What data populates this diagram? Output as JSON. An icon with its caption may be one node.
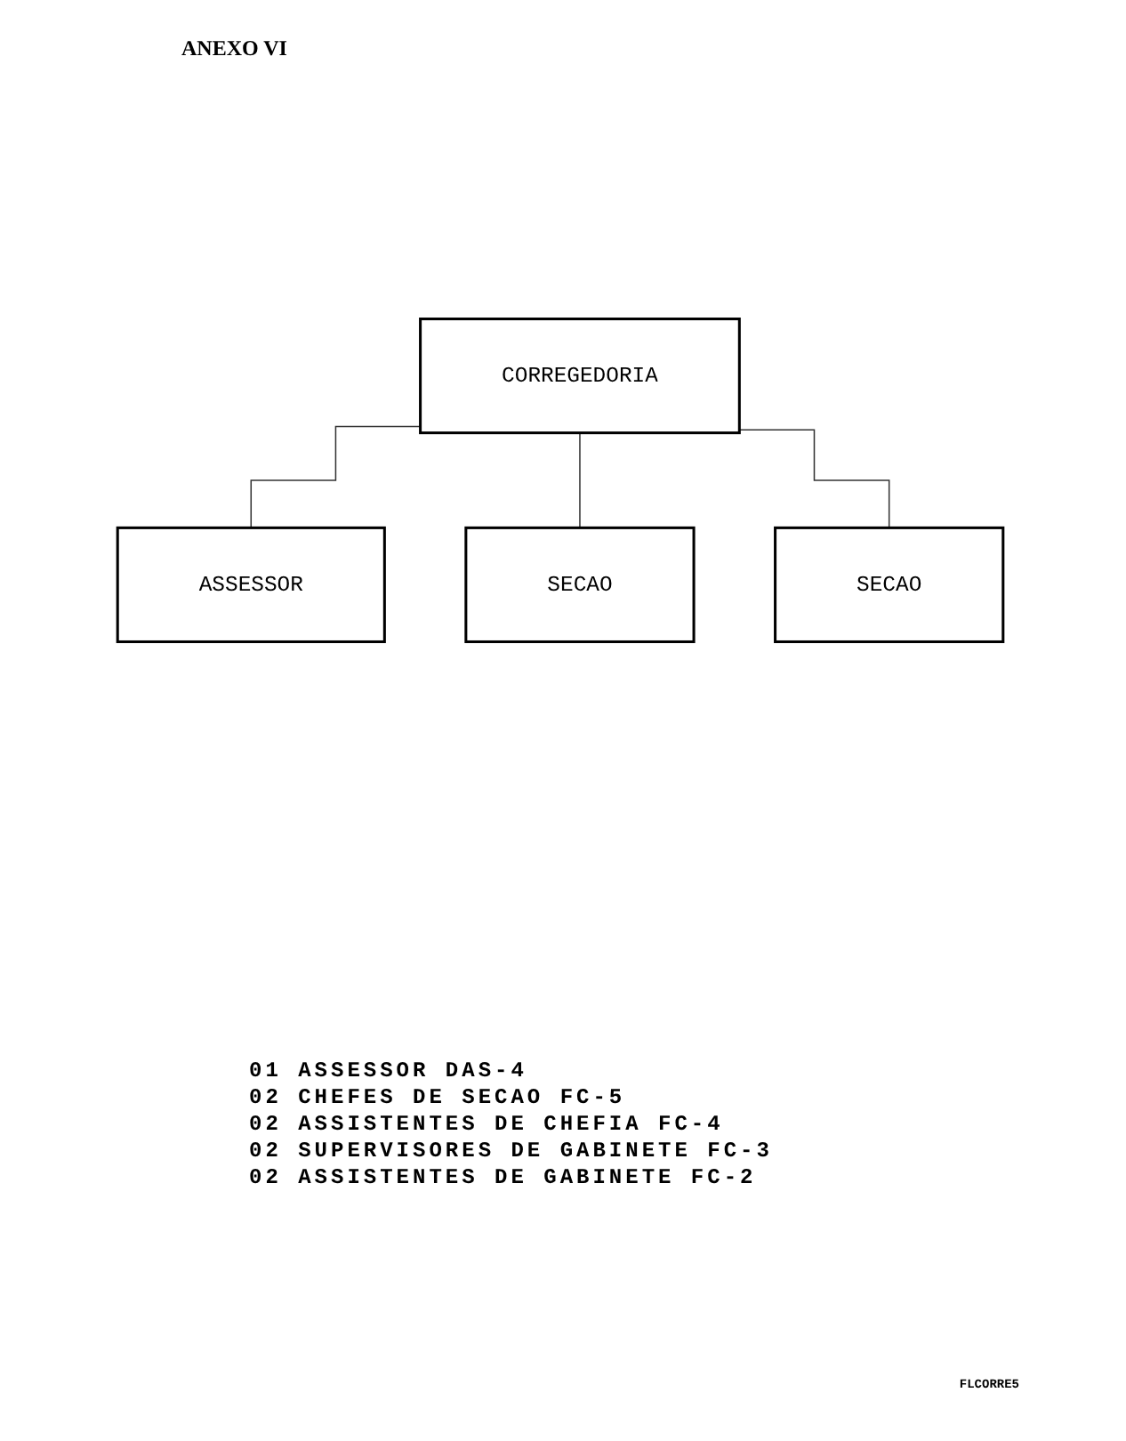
{
  "diagram": {
    "title": "ANEXO VI",
    "nodes": [
      {
        "text": [
          "CORREGEDORIA"
        ]
      },
      {
        "text": [
          "ASSESSOR"
        ]
      },
      {
        "text": [
          "SECAO"
        ]
      },
      {
        "text": [
          "SECAO"
        ]
      }
    ],
    "edges": [
      {
        "from": 0,
        "to": 1,
        "arrow": "none"
      },
      {
        "from": 0,
        "to": 2,
        "arrow": "none"
      },
      {
        "from": 0,
        "to": 3,
        "arrow": "none"
      }
    ],
    "labels": [
      "01 ASSESSOR DAS-4",
      "02 CHEFES DE SECAO FC-5",
      "02 ASSISTENTES DE CHEFIA FC-4",
      "02 SUPERVISORES DE GABINETE FC-3",
      "02 ASSISTENTES DE GABINETE FC-2",
      "FLCORRE5"
    ]
  }
}
